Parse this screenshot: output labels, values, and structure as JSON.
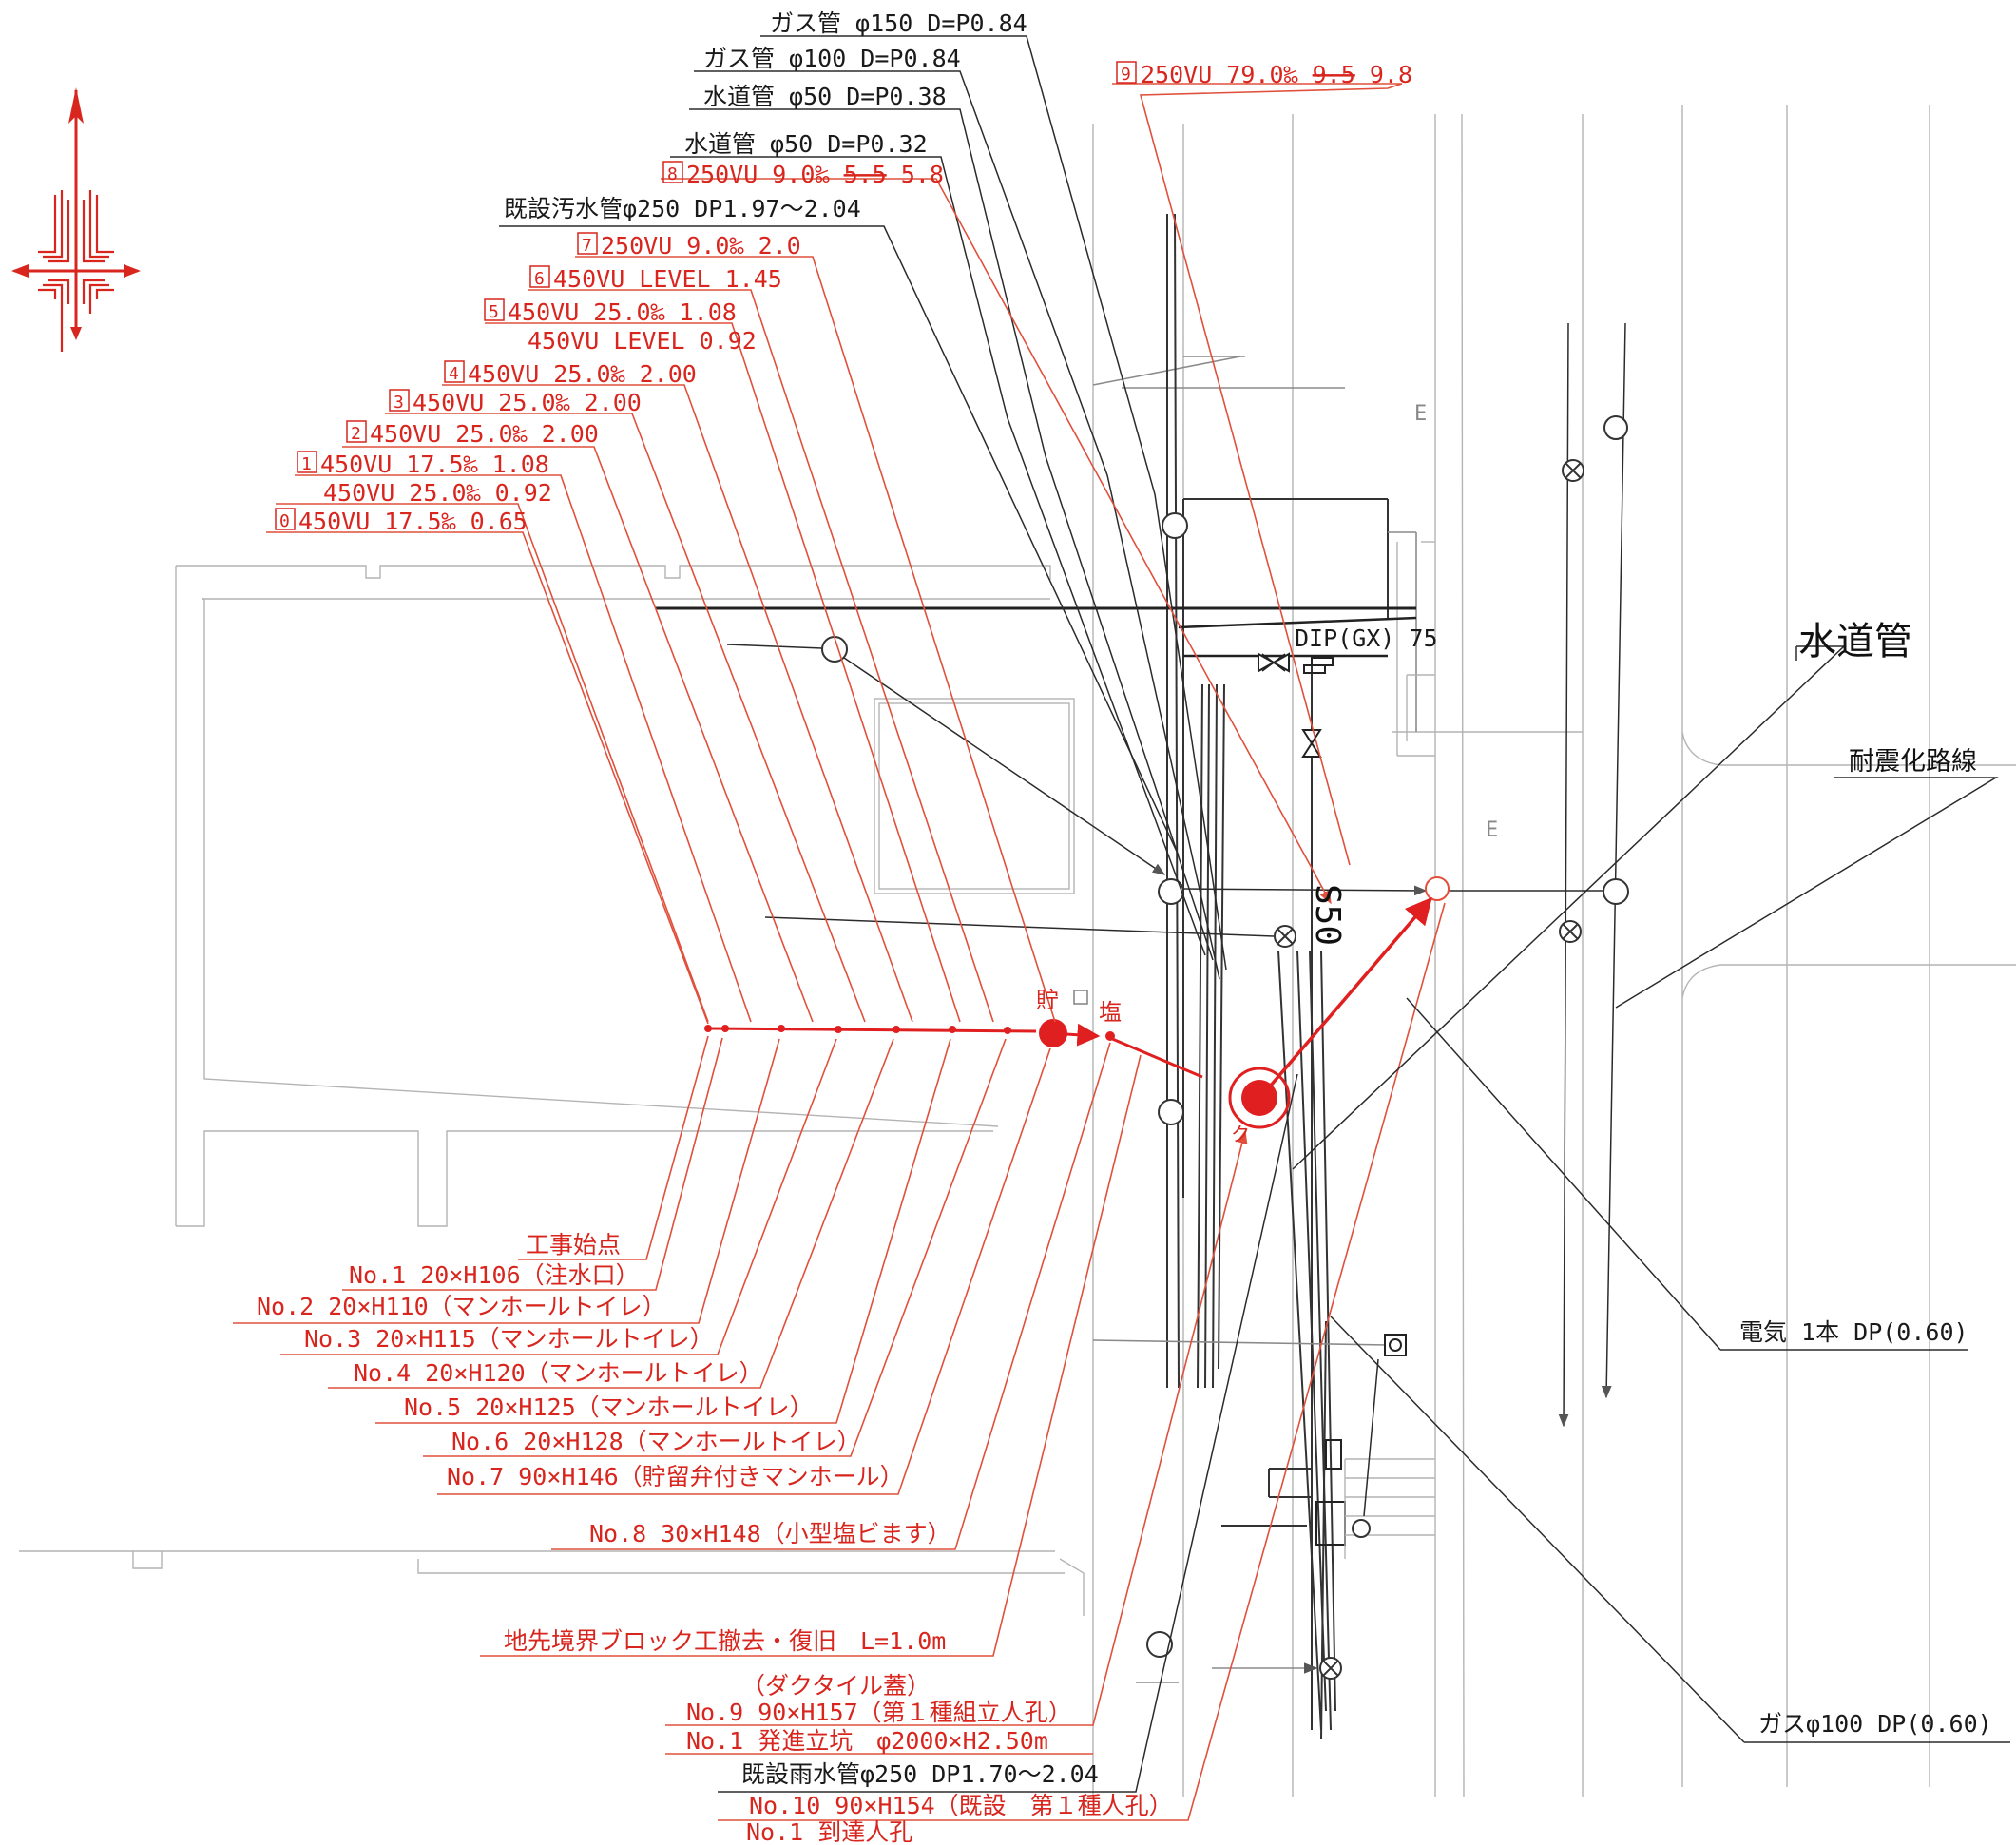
{
  "colors": {
    "red": "#d8261e",
    "black": "#1a1a1a",
    "gray": "#8a8a8a"
  },
  "top_left_labels": [
    {
      "text": "ガス管 φ150 D=P0.84",
      "color": "black"
    },
    {
      "text": "ガス管 φ100 D=P0.84",
      "color": "black"
    },
    {
      "text": "水道管 φ50 D=P0.38",
      "color": "black"
    },
    {
      "text": "水道管 φ50 D=P0.32",
      "color": "black"
    },
    {
      "text": "既設汚水管φ250 DP1.97〜2.04",
      "color": "black"
    }
  ],
  "label_9": {
    "box": "9",
    "text": "250VU 79.0‰ ",
    "strike": "9.5",
    "value": "9.8"
  },
  "label_8": {
    "box": "8",
    "text": "250VU 9.0‰ ",
    "strike": "5.5",
    "value": "5.8"
  },
  "red_labels": [
    {
      "box": "7",
      "text": " 250VU 9.0‰ 2.0"
    },
    {
      "box": "6",
      "text": "450VU LEVEL 1.45"
    },
    {
      "box": "5",
      "text": "450VU 25.0‰ 1.08",
      "sub": "450VU LEVEL 0.92"
    },
    {
      "box": "4",
      "text": "450VU 25.0‰ 2.00"
    },
    {
      "box": "3",
      "text": "450VU 25.0‰ 2.00"
    },
    {
      "box": "2",
      "text": "450VU 25.0‰ 2.00"
    },
    {
      "box": "1",
      "text": "450VU 17.5‰ 1.08",
      "sub": "450VU 25.0‰ 0.92"
    },
    {
      "box": "0",
      "text": "450VU 17.5‰ 0.65"
    }
  ],
  "dip_label": "DIP(GX) 75",
  "s50_label": "S50",
  "suido_label": "水道管",
  "taishin_label": "耐震化路線",
  "denki_label": "電気 1本 DP(0.60)",
  "gas_label": "ガスφ100 DP(0.60)",
  "marker_chozo": "貯",
  "marker_shio": "塩",
  "marker_ku": "ク",
  "e_marks": [
    "E",
    "E"
  ],
  "bottom_labels": [
    {
      "text": "工事始点",
      "color": "red"
    },
    {
      "text": "No.1 20×H106（注水口）",
      "color": "red"
    },
    {
      "text": "No.2 20×H110（マンホールトイレ）",
      "color": "red"
    },
    {
      "text": "No.3 20×H115（マンホールトイレ）",
      "color": "red"
    },
    {
      "text": "No.4 20×H120（マンホールトイレ）",
      "color": "red"
    },
    {
      "text": "No.5 20×H125（マンホールトイレ）",
      "color": "red"
    },
    {
      "text": "No.6 20×H128（マンホールトイレ）",
      "color": "red"
    },
    {
      "text": "No.7 90×H146（貯留弁付きマンホール）",
      "color": "red"
    },
    {
      "text": "No.8 30×H148（小型塩ビます）",
      "color": "red"
    },
    {
      "text": "地先境界ブロック工撤去・復旧　L=1.0m",
      "color": "red"
    },
    {
      "text": "（ダクタイル蓋）",
      "color": "red"
    },
    {
      "text": "No.9 90×H157（第１種組立人孔）",
      "color": "red"
    },
    {
      "text": "No.1 発進立坑　φ2000×H2.50m",
      "color": "red"
    },
    {
      "text": "既設雨水管φ250 DP1.70〜2.04",
      "color": "black"
    },
    {
      "text": "No.10 90×H154（既設　第１種人孔）",
      "color": "red"
    },
    {
      "text": "No.1 到達人孔",
      "color": "red"
    }
  ]
}
